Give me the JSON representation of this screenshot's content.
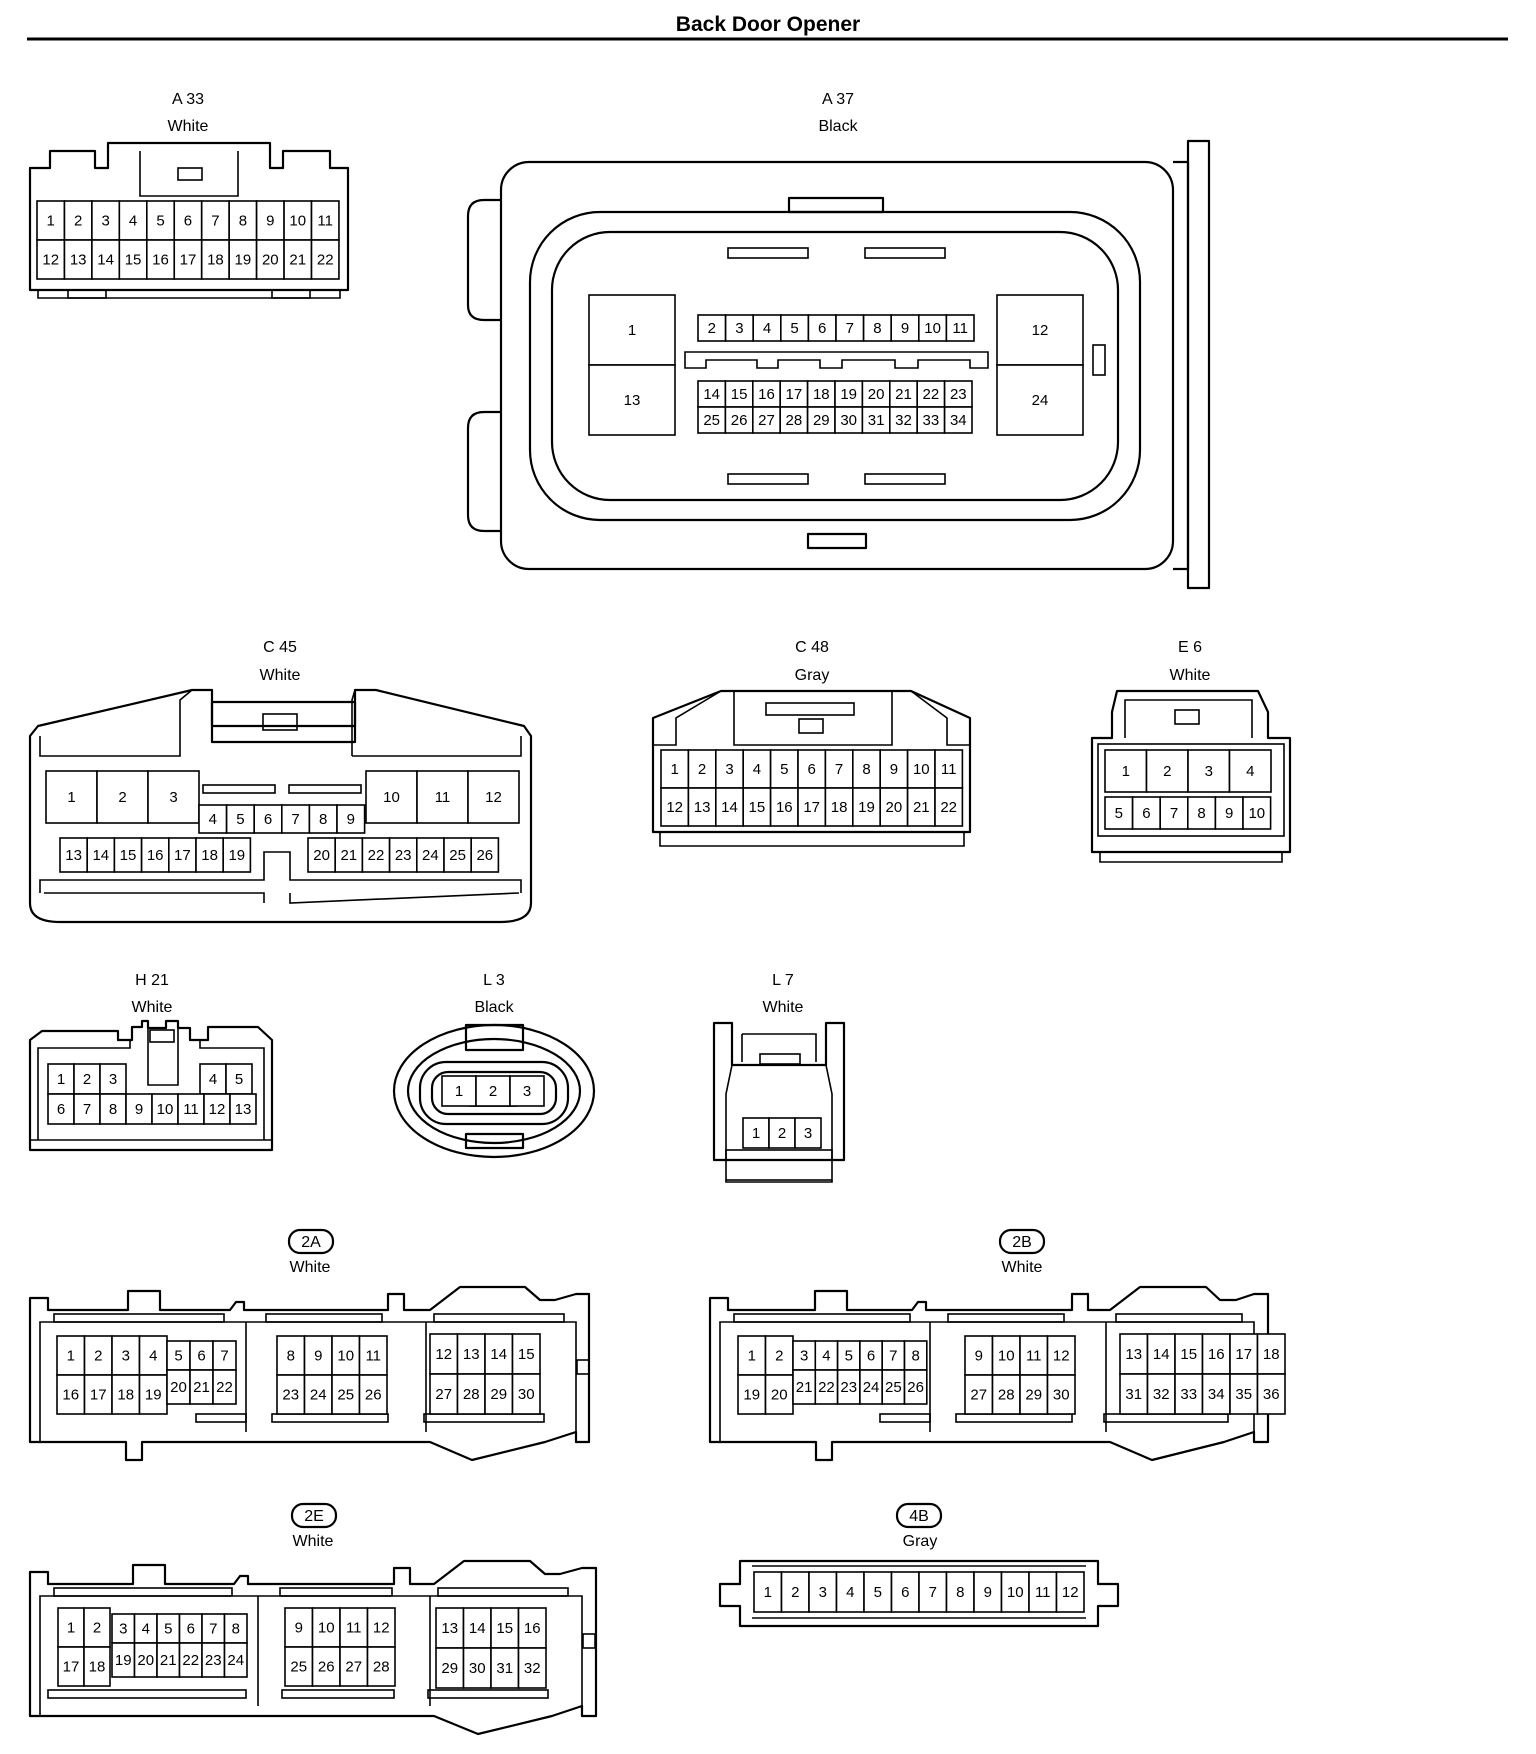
{
  "page_title": "Back Door Opener",
  "connectors": [
    {
      "id": "A33",
      "code": "A 33",
      "color": "White"
    },
    {
      "id": "A37",
      "code": "A 37",
      "color": "Black"
    },
    {
      "id": "C45",
      "code": "C 45",
      "color": "White"
    },
    {
      "id": "C48",
      "code": "C 48",
      "color": "Gray"
    },
    {
      "id": "E6",
      "code": "E 6",
      "color": "White"
    },
    {
      "id": "H21",
      "code": "H 21",
      "color": "White"
    },
    {
      "id": "L3",
      "code": "L 3",
      "color": "Black"
    },
    {
      "id": "L7",
      "code": "L 7",
      "color": "White"
    },
    {
      "id": "J2A",
      "code": "2A",
      "color": "White",
      "badge": true
    },
    {
      "id": "J2B",
      "code": "2B",
      "color": "White",
      "badge": true
    },
    {
      "id": "J2E",
      "code": "2E",
      "color": "White",
      "badge": true
    },
    {
      "id": "J4B",
      "code": "4B",
      "color": "Gray",
      "badge": true
    }
  ]
}
